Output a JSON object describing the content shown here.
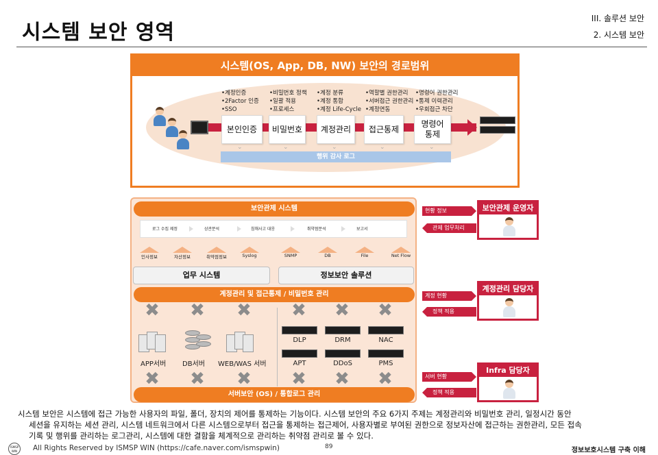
{
  "header": {
    "title": "시스템 보안 영역",
    "section": "III. 솔루션 보안",
    "subsection": "2. 시스템 보안"
  },
  "top_diagram": {
    "title": "시스템(OS, App, DB, NW) 보안의 경로범위",
    "stages": [
      {
        "label": "본인인증",
        "items": [
          "•계정인증",
          "•2Factor 인증",
          "•SSO"
        ]
      },
      {
        "label": "비밀번호",
        "items": [
          "•비밀번호 정책",
          "•일괄 적용",
          "•프로세스"
        ]
      },
      {
        "label": "계정관리",
        "items": [
          "•계정 분류",
          "•계정 통합",
          "•계정 Life-Cycle"
        ]
      },
      {
        "label": "접근통제",
        "items": [
          "•역할별 권한관리",
          "•서버접근 권한관리",
          "•계정연동"
        ]
      },
      {
        "label": "명령어 통제",
        "items": [
          "•명령어 권한관리",
          "•통제 이력관리",
          "•우회접근 차단"
        ]
      }
    ],
    "audit_bar": "행위 감사 로그"
  },
  "bottom_diagram": {
    "monitor_bar": "보안관제 시스템",
    "steps": [
      "로그 수집 제정",
      "상관분석",
      "침해사고 대응",
      "취약점분석",
      "보고서"
    ],
    "sources": [
      "인사정보",
      "자산정보",
      "취약점정보",
      "Syslog",
      "SNMP",
      "DB",
      "File",
      "Net Flow"
    ],
    "work_system": "업무 시스템",
    "security_solution": "정보보안 솔루션",
    "account_bar": "계정관리 및 접근통제 / 비밀번호 관리",
    "server_labels": [
      "APP서버",
      "DB서버",
      "WEB/WAS 서버"
    ],
    "security_devices": [
      "DLP",
      "DRM",
      "NAC",
      "APT",
      "DDoS",
      "PMS"
    ],
    "server_bar": "서버보안 (OS) / 통합로그 관리"
  },
  "roles": [
    {
      "title": "보안관제 운영자",
      "to_label": "현황 정보",
      "from_label": "관제 업무처리"
    },
    {
      "title": "계정관리 담당자",
      "to_label": "계정 현황",
      "from_label": "정책 적용"
    },
    {
      "title": "Infra 담당자",
      "to_label": "서버 현황",
      "from_label": "정책 적용"
    }
  ],
  "body": {
    "line1": "시스템 보안은 시스템에 접근 가능한 사용자의 파일, 폴더, 장치의 제어를 통제하는 기능이다. 시스템 보안의 주요 6가지 주제는 계정관리와 비밀번호 관리, 일정시간 동안",
    "line2": "세션을 유지하는 세션 관리, 시스템 네트워크에서 다른 시스템으로부터 접근을 통제하는 접근제어, 사용자별로 부여된 권한으로 정보자산에 접근하는 권한관리, 모든 접속",
    "line3": "기록 및 행위를 관리하는 로그관리, 시스템에 대한 결함을 체계적으로 관리하는 취약점 관리로 볼 수 있다."
  },
  "footer": {
    "logo_text": "ISMSP WIN",
    "copyright": "All Rights Reserved by ISMSP WIN (https://cafe.naver.com/ismspwin)",
    "page": "89",
    "book": "정보보호시스템 구축 이해"
  }
}
